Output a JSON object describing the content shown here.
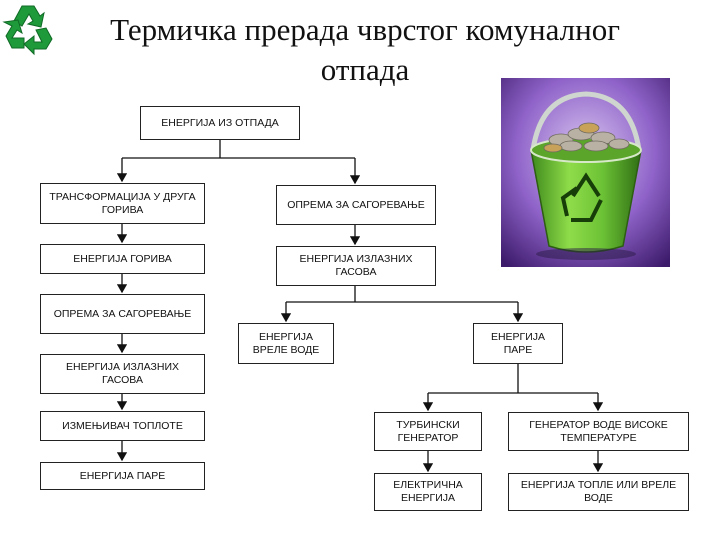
{
  "title": "Термичка прерада чврстог комуналног\nотпада",
  "logo": "recycle-icon",
  "image": "green-recycling-bucket-with-coins",
  "chart": {
    "root": "ЕНЕРГИЈА ИЗ ОТПАДА",
    "left_branch": [
      "ТРАНСФОРМАЦИЈА У ДРУГА ГОРИВА",
      "ЕНЕРГИЈА ГОРИВА",
      "ОПРЕМА ЗА САГОРЕВАЊЕ",
      "ЕНЕРГИЈА ИЗЛАЗНИХ ГАСОВА",
      "ИЗМЕЊИВАЧ ТОПЛОТЕ",
      "ЕНЕРГИЈА ПАРЕ"
    ],
    "right_branch": [
      "ОПРЕМА ЗА САГОРЕВАЊЕ",
      "ЕНЕРГИЈА ИЗЛАЗНИХ ГАСОВА"
    ],
    "hot_water": "ЕНЕРГИЈА ВРЕЛЕ ВОДЕ",
    "steam": "ЕНЕРГИЈА ПАРЕ",
    "turbine": "ТУРБИНСКИ ГЕНЕРАТОР",
    "electricity": "ЕЛЕКТРИЧНА ЕНЕРГИЈА",
    "hot_water_generator": "ГЕНЕРАТОР ВОДЕ ВИСОКЕ ТЕМПЕРАТУРЕ",
    "heat_or_hot_water": "ЕНЕРГИЈА ТОПЛЕ ИЛИ ВРЕЛЕ ВОДЕ"
  }
}
